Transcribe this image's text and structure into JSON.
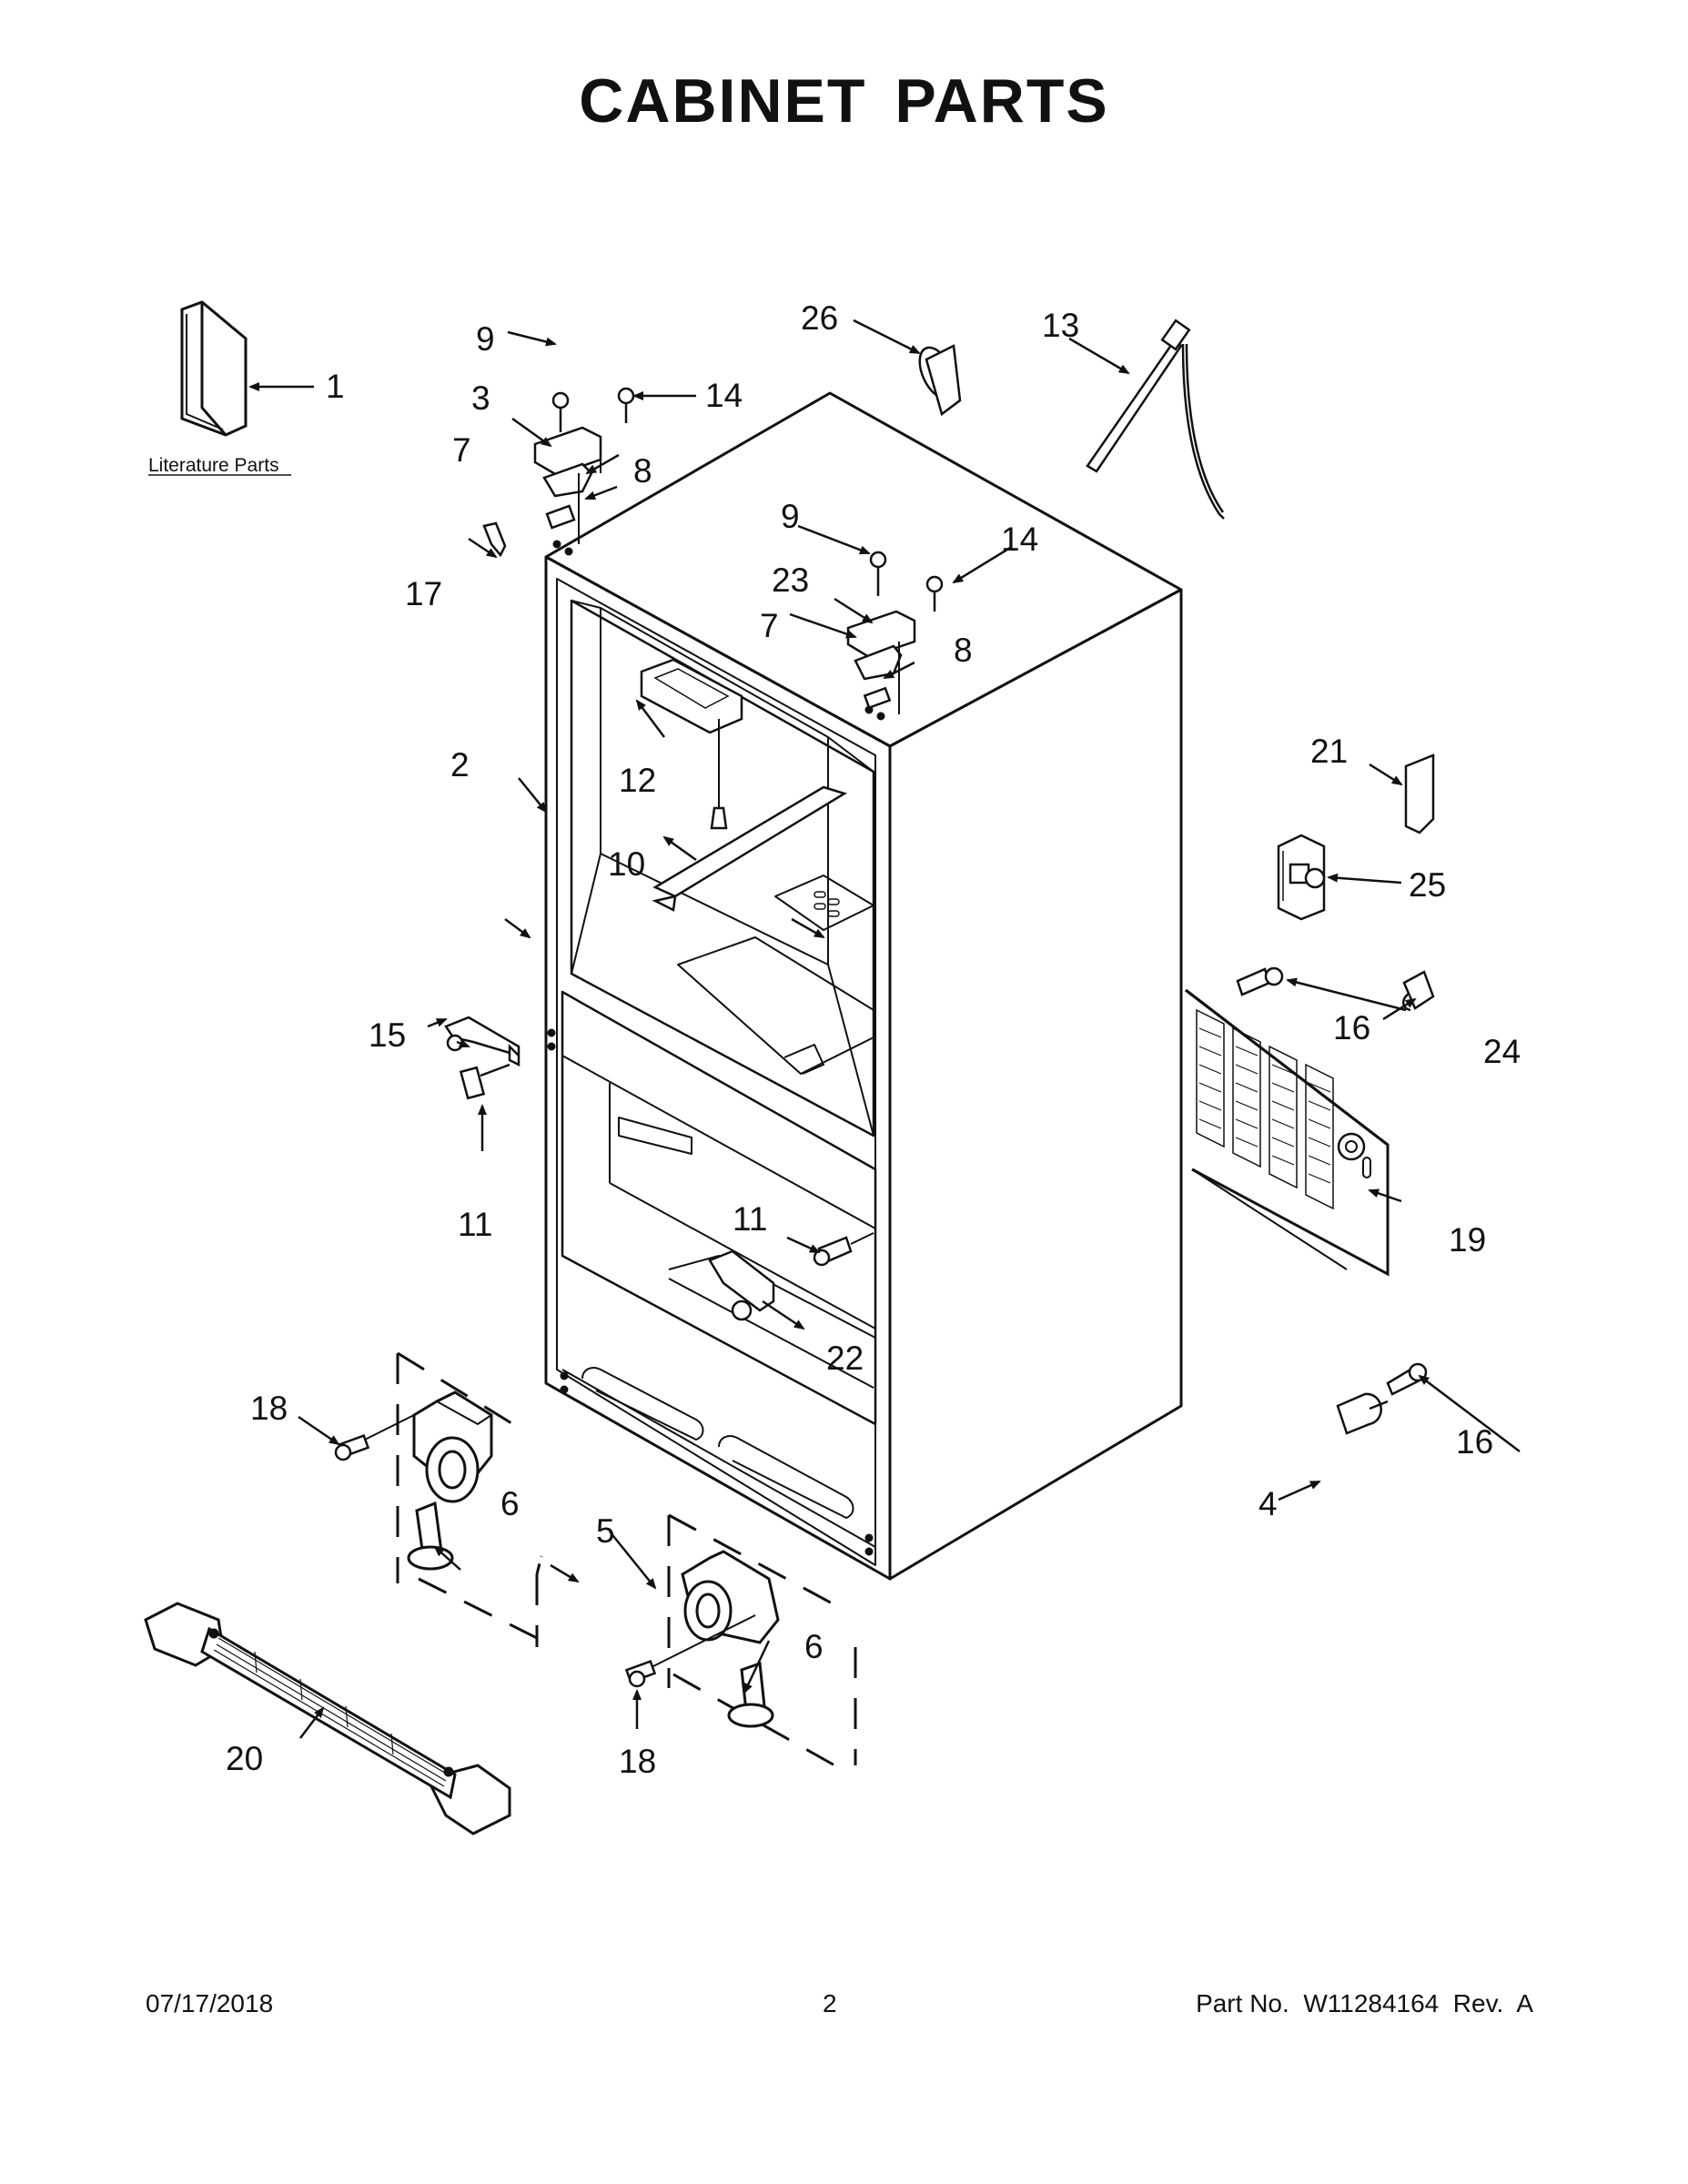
{
  "title": "CABINET PARTS",
  "literature_label": "Literature Parts",
  "callouts": {
    "c1": "1",
    "c2": "2",
    "c3": "3",
    "c4": "4",
    "c5": "5",
    "c6a": "6",
    "c6b": "6",
    "c7a": "7",
    "c7b": "7",
    "c8a": "8",
    "c8b": "8",
    "c9a": "9",
    "c9b": "9",
    "c10": "10",
    "c11a": "11",
    "c11b": "11",
    "c12": "12",
    "c13": "13",
    "c14a": "14",
    "c14b": "14",
    "c15": "15",
    "c16a": "16",
    "c16b": "16",
    "c17": "17",
    "c18a": "18",
    "c18b": "18",
    "c19": "19",
    "c20": "20",
    "c21": "21",
    "c22": "22",
    "c23": "23",
    "c24": "24",
    "c25": "25",
    "c26": "26"
  },
  "footer": {
    "date": "07/17/2018",
    "page": "2",
    "part_number": "Part No.  W11284164  Rev.  A"
  }
}
